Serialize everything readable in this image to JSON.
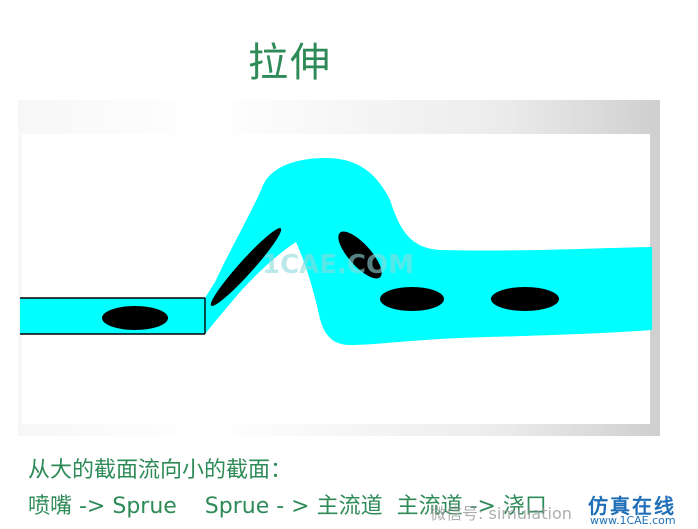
{
  "title": "拉伸",
  "caption": {
    "line1": "从大的截面流向小的截面：",
    "line2": "喷嘴 -> Sprue    Sprue - > 主流道  主流道 -> 浇口"
  },
  "watermarks": {
    "center": "1CAE.COM",
    "wechat": "微信号: simulation",
    "brand": "仿真在线",
    "url": "www.1CAE.com"
  },
  "colors": {
    "flow": "#00ffff",
    "particle": "#000000",
    "title_text": "#2e8b57",
    "brand": "#1f6fb8"
  }
}
